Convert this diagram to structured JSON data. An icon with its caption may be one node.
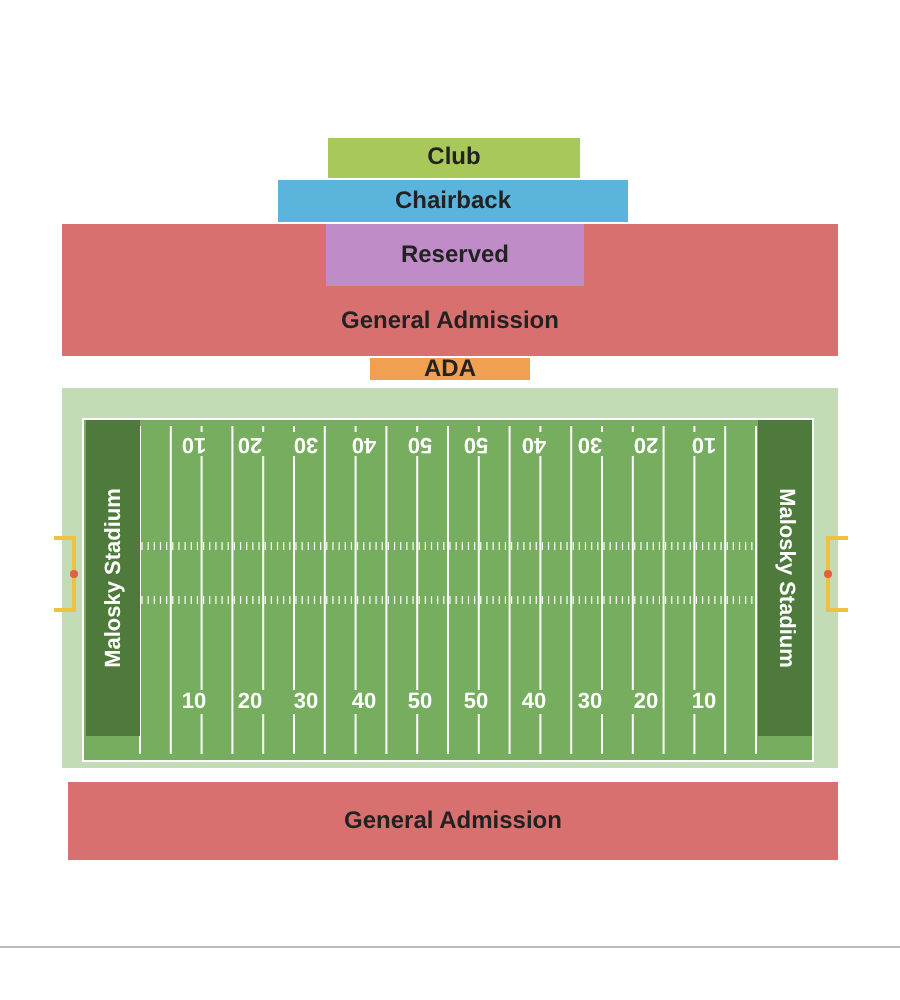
{
  "diagram": {
    "nodes": [
      {
        "text": [
          "Club"
        ]
      },
      {
        "text": [
          "Chairback"
        ]
      },
      {
        "text": [
          "General Admission"
        ]
      },
      {
        "text": [
          "Reserved"
        ],
        "in": 2
      },
      {
        "text": [
          "ADA"
        ]
      },
      {
        "text": [],
        "shape": "box"
      },
      {
        "text": [
          "Malosky Stadium"
        ],
        "in": 5
      },
      {
        "text": [
          "Malosky Stadium"
        ],
        "in": 5
      },
      {
        "text": [
          "General Admission"
        ]
      }
    ],
    "labels": [
      "10",
      "20",
      "30",
      "40",
      "50",
      "50",
      "40",
      "30",
      "20",
      "10",
      "10",
      "20",
      "30",
      "40",
      "50",
      "50",
      "40",
      "30",
      "20",
      "10"
    ]
  }
}
